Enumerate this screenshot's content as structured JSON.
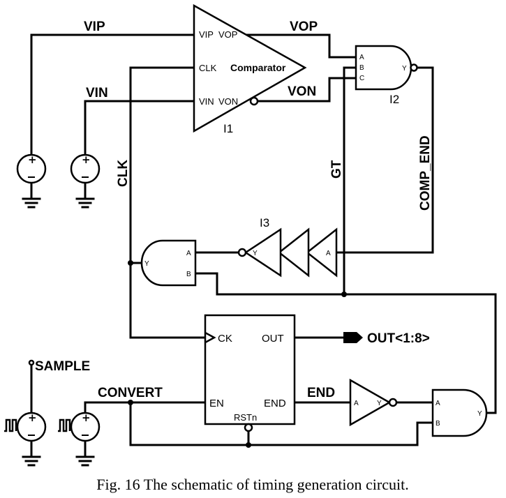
{
  "nets": {
    "vip": "VIP",
    "vin": "VIN",
    "vop": "VOP",
    "von": "VON",
    "clk": "CLK",
    "gt": "GT",
    "comp_end": "COMP_END",
    "out": "OUT<1:8>",
    "sample": "SAMPLE",
    "convert": "CONVERT",
    "end": "END"
  },
  "comparator": {
    "name": "Comparator",
    "instance": "I1",
    "pins": {
      "vip": "VIP",
      "vop": "VOP",
      "clk": "CLK",
      "vin": "VIN",
      "von": "VON"
    }
  },
  "nand3": {
    "instance": "I2",
    "pins": {
      "a": "A",
      "b": "B",
      "c": "C",
      "y": "Y"
    }
  },
  "buffer_chain": {
    "instance": "I3",
    "pins": {
      "a": "A",
      "y": "Y"
    }
  },
  "and_clk": {
    "pins": {
      "a": "A",
      "b": "B",
      "y": "Y"
    }
  },
  "controller": {
    "pins": {
      "ck": "CK",
      "out": "OUT",
      "en": "EN",
      "end": "END",
      "rstn": "RSTn"
    }
  },
  "inverter": {
    "pins": {
      "a": "A",
      "y": "Y"
    }
  },
  "and_bottom": {
    "pins": {
      "a": "A",
      "b": "B",
      "y": "Y"
    }
  },
  "caption": "Fig. 16 The schematic of timing generation circuit."
}
